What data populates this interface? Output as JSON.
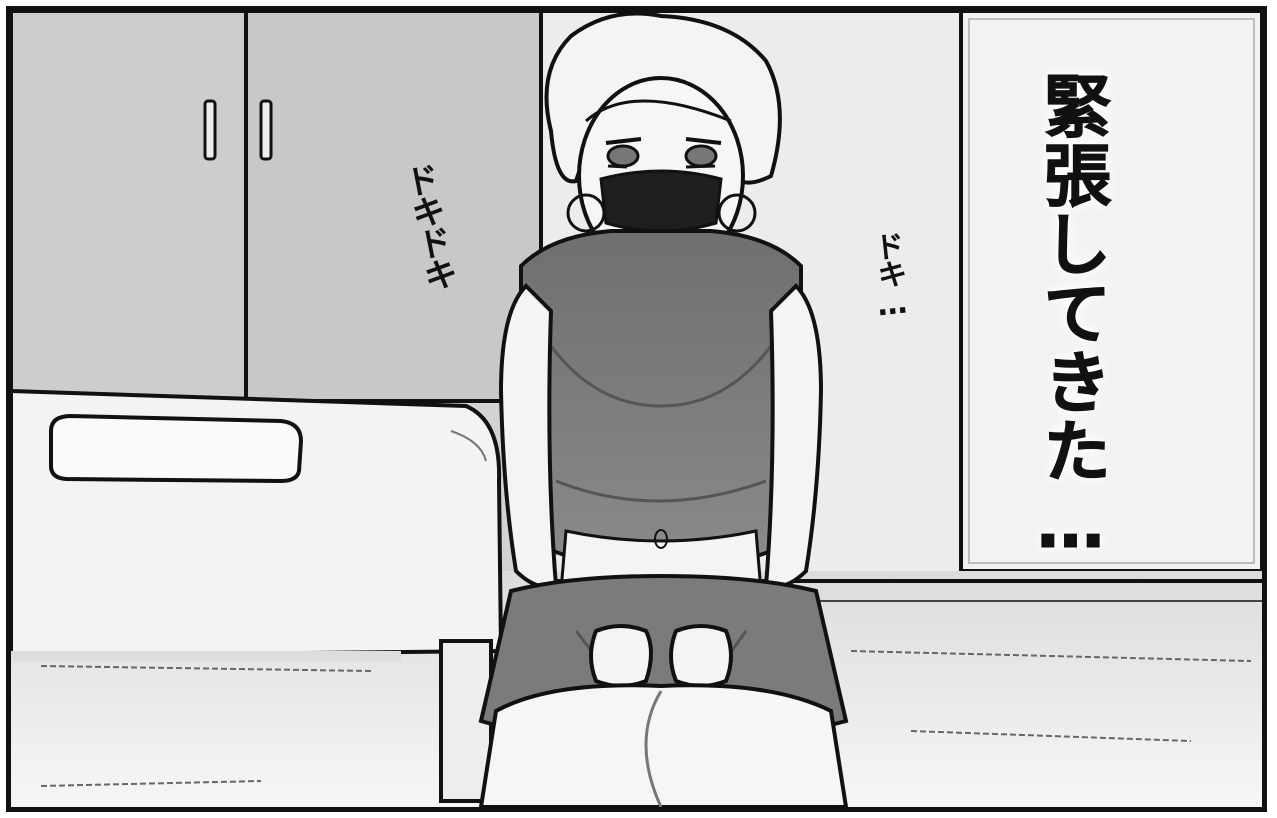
{
  "panel": {
    "sound_effects": [
      "ドキドキ",
      "ドキ…"
    ],
    "narration": "緊張してきた…"
  },
  "colors": {
    "ink": "#111111",
    "wall": "#d6d6d6",
    "shirt": "#7d7d7d",
    "skin": "#f5f5f5",
    "mask": "#1f1f1f"
  }
}
